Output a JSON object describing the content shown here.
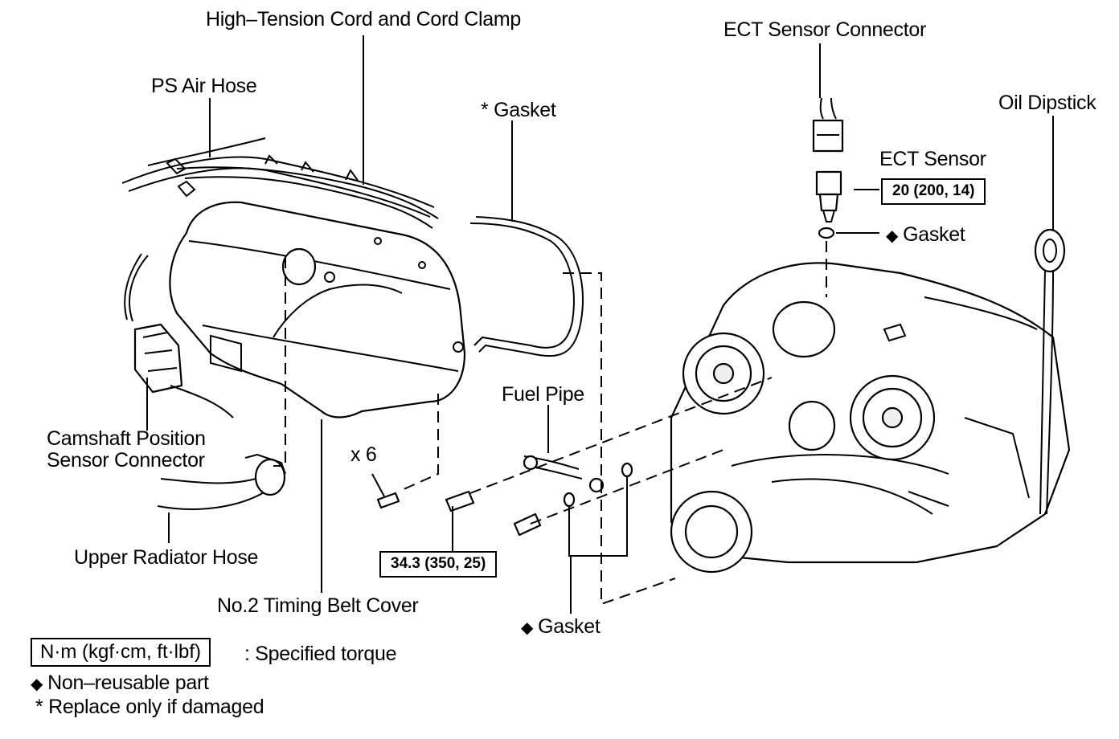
{
  "labels": {
    "high_tension_cord": "High–Tension Cord and Cord Clamp",
    "ps_air_hose": "PS Air Hose",
    "gasket_star": "* Gasket",
    "ect_sensor_connector": "ECT Sensor Connector",
    "oil_dipstick": "Oil Dipstick",
    "ect_sensor": "ECT Sensor",
    "ect_torque": "20 (200, 14)",
    "gasket_ect": "Gasket",
    "fuel_pipe": "Fuel Pipe",
    "x6": "x 6",
    "camshaft_line1": "Camshaft Position",
    "camshaft_line2": "Sensor Connector",
    "upper_radiator_hose": "Upper Radiator Hose",
    "bolt_torque": "34.3 (350, 25)",
    "timing_belt_cover": "No.2 Timing Belt Cover",
    "gasket_fuel": "Gasket"
  },
  "legend": {
    "torque_box": "N·m (kgf·cm, ft·lbf)",
    "torque_desc": ": Specified torque",
    "non_reusable": "Non–reusable part",
    "replace": "* Replace only if damaged"
  },
  "symbols": {
    "diamond": "◆"
  }
}
